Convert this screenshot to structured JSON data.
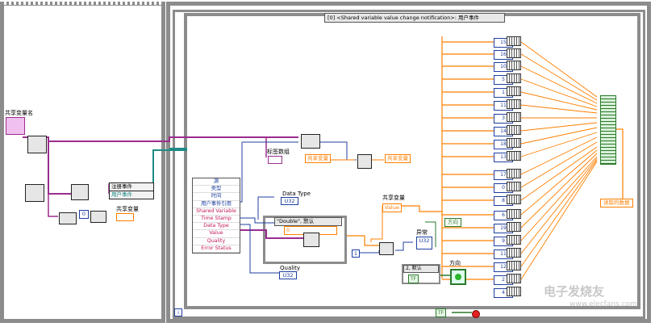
{
  "event_selector": "[0] <Shared variable value change notification>: 用户事件",
  "left_frame": {
    "shared_var_name_label": "共享变量名",
    "register_events_label": "注册事件",
    "user_event_label": "用户事件",
    "shared_var_label": "共享变量",
    "index_const": "0"
  },
  "event_data_node": {
    "items": [
      "源",
      "类型",
      "时间",
      "用户事件引用",
      "Shared Variable",
      "Time Stamp",
      "Data Type",
      "Value",
      "Quality",
      "Error Status"
    ]
  },
  "labels": {
    "label_array": "标签数组",
    "shared_var_const_a": "共享变量",
    "shared_var_const_b": "共享变量",
    "data_type": "Data Type",
    "quality": "Quality",
    "shared_var_label": "共享变量",
    "value": "Value",
    "abnormal": "异常",
    "direction_top": "方向",
    "direction_bottom": "方向",
    "read_data": "读取的数据",
    "case_double": "\"Double\", 默认",
    "case_two": "2, 默认",
    "u32_label": "U32"
  },
  "index_indicators": [
    "15",
    "16",
    "10",
    "5",
    "1",
    "11",
    "3",
    "14",
    "18",
    "13",
    "17",
    "0",
    "8",
    "6",
    "19",
    "9",
    "11",
    "12",
    "2",
    "4"
  ],
  "constants": {
    "zero": "0",
    "one": "1",
    "true_bool": "TF",
    "stop_bool": "TF"
  },
  "watermark": {
    "brand": "电子发烧友",
    "url": "www.elecfans.com"
  },
  "colors": {
    "frame_gray": "#8c8c8c",
    "wire_purple": "#9b2d8e",
    "wire_teal": "#1e8a86",
    "wire_orange": "#ff7f00",
    "wire_blue": "#1f3fa0",
    "wire_green": "#2a7a2a"
  }
}
